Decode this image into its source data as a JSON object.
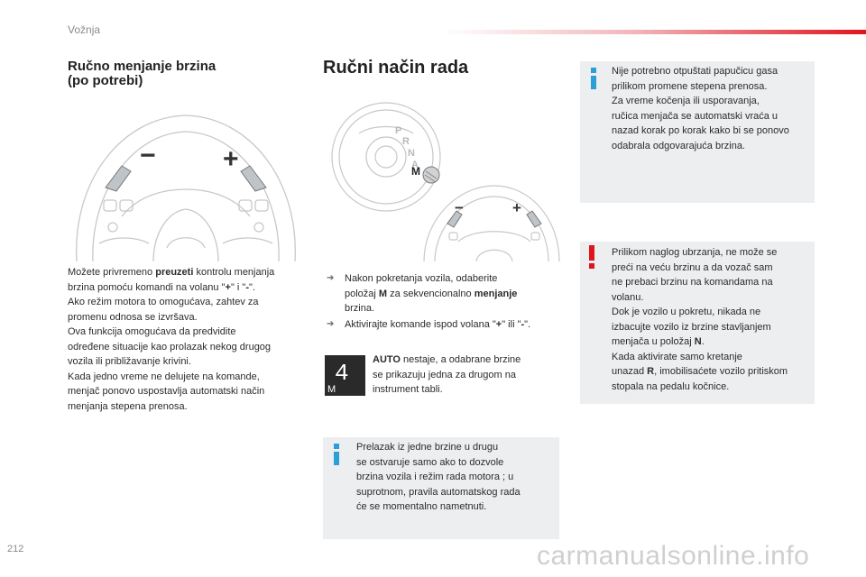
{
  "header": {
    "section": "Vožnja"
  },
  "page_number": "212",
  "watermark": "carmanualsonline.info",
  "left": {
    "title_line1": "Ručno menjanje brzina",
    "title_line2": "(po potrebi)",
    "wheel_minus": "−",
    "wheel_plus": "+",
    "paragraph": [
      [
        "Možete privremeno ",
        "preuzeti",
        " kontrolu menjanja"
      ],
      [
        "brzina pomoću komandi na volanu \"",
        "+",
        "\" i \"",
        "-",
        "\"."
      ],
      [
        "Ako režim motora to omogućava, zahtev za"
      ],
      [
        "promenu odnosa se izvršava."
      ],
      [
        "Ova funkcija omogućava da predvidite"
      ],
      [
        "određene situacije kao prolazak nekog drugog"
      ],
      [
        "vozila ili približavanje krivini."
      ],
      [
        "Kada jedno vreme ne delujete na komande,"
      ],
      [
        "menjač ponovo uspostavlja automatski način"
      ],
      [
        "menjanja stepena prenosa."
      ]
    ]
  },
  "middle": {
    "title": "Ručni način rada",
    "gear_letters": [
      "P",
      "R",
      "N",
      "A",
      "M"
    ],
    "wheel_minus": "−",
    "wheel_plus": "+",
    "bullet_mark": "➔",
    "bullet1": [
      [
        "Nakon pokretanja vozila, odaberite"
      ],
      [
        "položaj ",
        "M",
        " za sekvencionalno ",
        "menjanje"
      ],
      [
        "brzina."
      ]
    ],
    "bullet2": [
      [
        "Aktivirajte komande ispod volana \"",
        "+",
        "\" ili \"",
        "-",
        "\"."
      ]
    ],
    "display_gear": "4",
    "display_mode": "M",
    "auto_text": [
      [
        "AUTO",
        " nestaje, a odabrane brzine"
      ],
      [
        "se prikazuju jedna za drugom na"
      ],
      [
        "instrument tabli."
      ]
    ]
  },
  "info_box_1": [
    "Nije potrebno otpuštati papučicu gasa",
    "prilikom promene stepena prenosa.",
    "Za vreme kočenja ili usporavanja,",
    "ručica menjača se automatski vraća u",
    "nazad korak po korak kako bi se ponovo",
    "odabrala odgovarajuća brzina."
  ],
  "warning_box": [
    [
      "Prilikom naglog ubrzanja, ne može se"
    ],
    [
      "preći na veću brzinu a da vozač sam"
    ],
    [
      "ne prebaci brzinu na komandama na"
    ],
    [
      "volanu."
    ],
    [
      "Dok je vozilo u pokretu, nikada ne"
    ],
    [
      "izbacujte vozilo iz brzine stavljanjem"
    ],
    [
      "menjača u položaj ",
      "N",
      "."
    ],
    [
      "Kada aktivirate samo kretanje"
    ],
    [
      "unazad ",
      "R",
      ", imobilisaćete vozilo pritiskom"
    ],
    [
      "stopala na pedalu kočnice."
    ]
  ],
  "info_box_3": [
    "Prelazak iz jedne brzine u drugu",
    "se ostvaruje samo ako to dozvole",
    "brzina vozila i režim rada motora ; u",
    "suprotnom, pravila automatskog rada",
    "će se momentalno nametnuti."
  ],
  "colors": {
    "accent_red": "#e1141e",
    "info_blue": "#2a9fd8",
    "box_grey": "#eceef0"
  }
}
